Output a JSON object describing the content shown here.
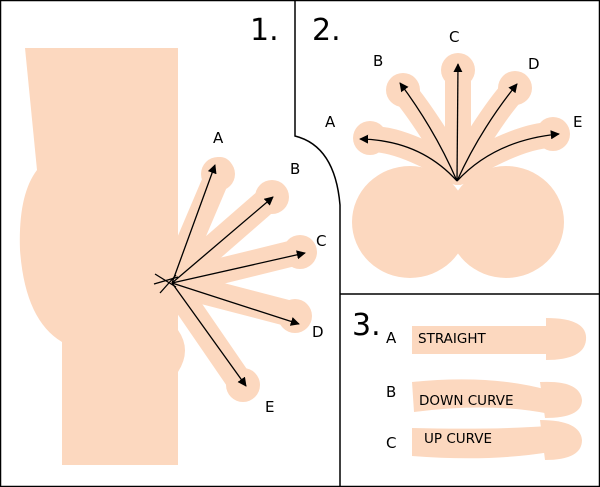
{
  "colors": {
    "skin": "#fcd8bf",
    "line": "#000000",
    "background": "#ffffff"
  },
  "panel1": {
    "number": "1.",
    "labels": [
      "A",
      "B",
      "C",
      "D",
      "E"
    ]
  },
  "panel2": {
    "number": "2.",
    "labels": [
      "A",
      "B",
      "C",
      "D",
      "E"
    ]
  },
  "panel3": {
    "number": "3.",
    "items": [
      {
        "letter": "A",
        "caption": "STRAIGHT"
      },
      {
        "letter": "B",
        "caption": "DOWN CURVE"
      },
      {
        "letter": "C",
        "caption": "UP CURVE"
      }
    ]
  }
}
